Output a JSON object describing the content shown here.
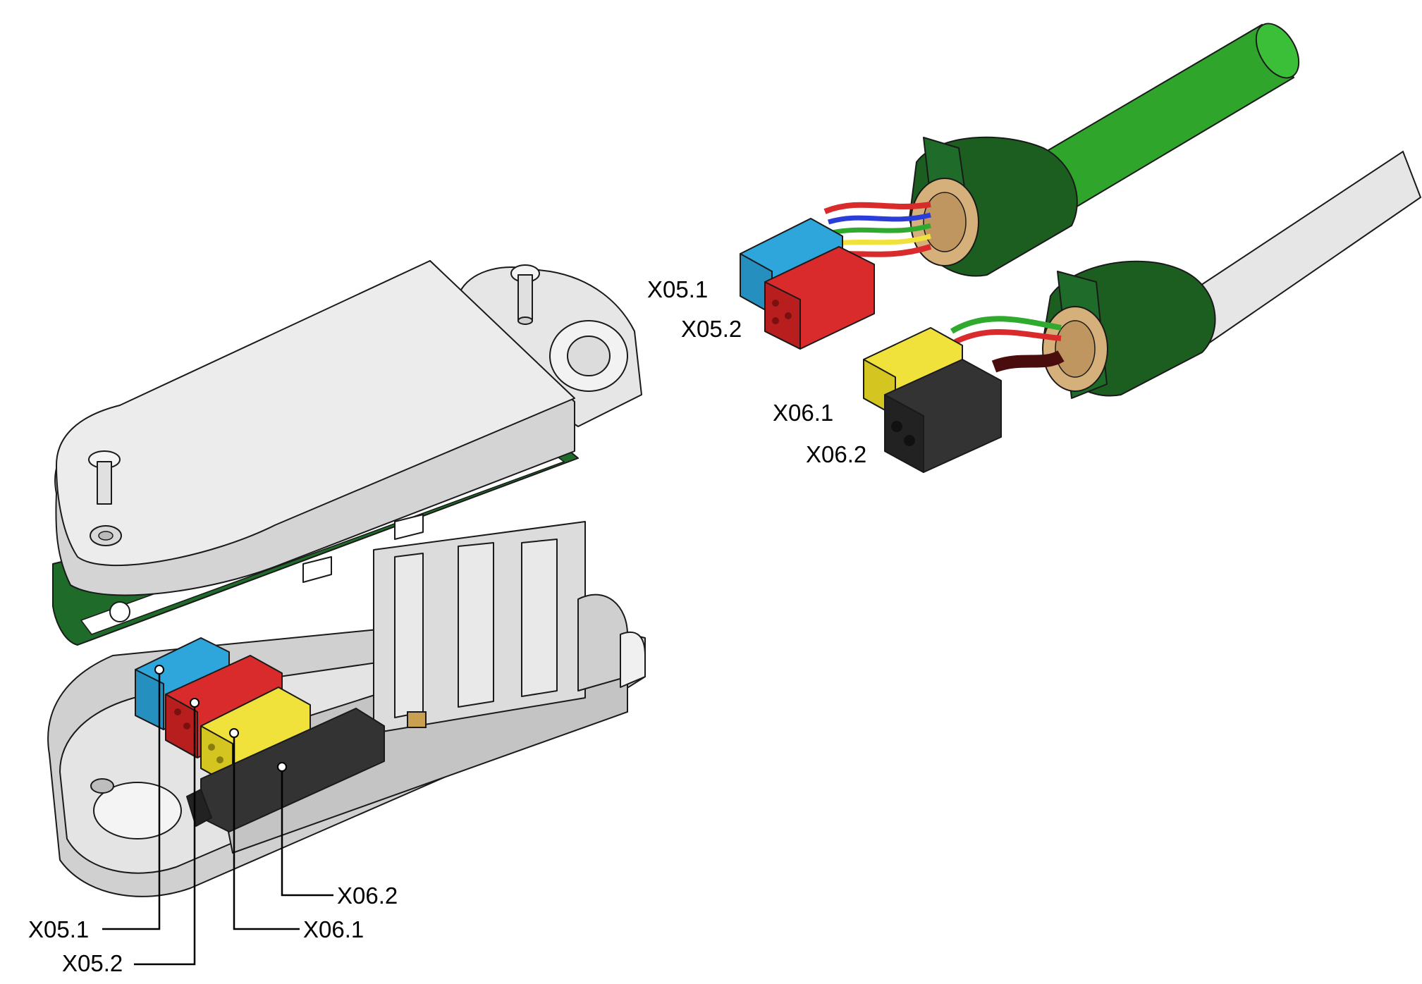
{
  "colors": {
    "housing_grey": "#d9d9d9",
    "housing_light": "#eeeeee",
    "housing_shadow": "#9a9a9a",
    "pcb_green": "#1f6b2a",
    "cable_green": "#2fa52c",
    "cable_green_dark": "#1b5e20",
    "cable_white": "#e6e6e6",
    "gland_tan": "#d6b07a",
    "x05_1": "#2ea6dc",
    "x05_2": "#d92b2b",
    "x06_1": "#f0e23a",
    "x06_2": "#333333"
  },
  "housing_callouts": [
    {
      "id": "x05_1",
      "label": "X05.1"
    },
    {
      "id": "x05_2",
      "label": "X05.2"
    },
    {
      "id": "x06_1",
      "label": "X06.1"
    },
    {
      "id": "x06_2",
      "label": "X06.2"
    }
  ],
  "cable_labels": {
    "upper": [
      {
        "label": "X05.1"
      },
      {
        "label": "X05.2"
      }
    ],
    "lower": [
      {
        "label": "X06.1"
      },
      {
        "label": "X06.2"
      }
    ]
  }
}
